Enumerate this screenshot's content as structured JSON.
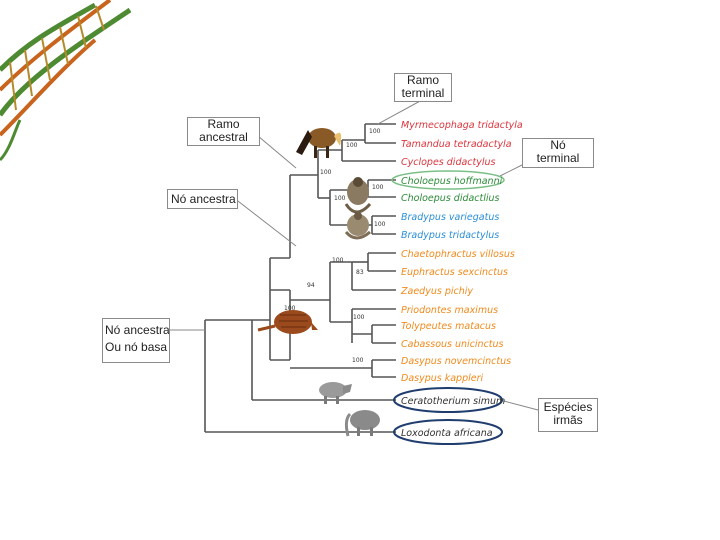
{
  "callouts": {
    "ramo_terminal": [
      "Ramo",
      "terminal"
    ],
    "ramo_ancestral": [
      "Ramo",
      "ancestral"
    ],
    "no_terminal": [
      "Nó",
      "terminal"
    ],
    "no_ancestral": "Nó ancestra",
    "no_basal": [
      "Nó ancestra",
      "Ou nó basa"
    ],
    "especies_irmas": [
      "Espécies",
      "irmãs"
    ]
  },
  "taxa": [
    {
      "name": "Myrmecophaga tridactyla",
      "color": "#d9363e"
    },
    {
      "name": "Tamandua tetradactyla",
      "color": "#d9363e"
    },
    {
      "name": "Cyclopes didactylus",
      "color": "#d9363e"
    },
    {
      "name": "Choloepus hoffmanni",
      "color": "#2e8b3a"
    },
    {
      "name": "Choloepus didactlius",
      "color": "#2e8b3a"
    },
    {
      "name": "Bradypus variegatus",
      "color": "#2a8fd4"
    },
    {
      "name": "Bradypus tridactylus",
      "color": "#2a8fd4"
    },
    {
      "name": "Chaetophractus villosus",
      "color": "#f08a1c"
    },
    {
      "name": "Euphractus sexcinctus",
      "color": "#f08a1c"
    },
    {
      "name": "Zaedyus pichiy",
      "color": "#f08a1c"
    },
    {
      "name": "Priodontes maximus",
      "color": "#f08a1c"
    },
    {
      "name": "Tolypeutes matacus",
      "color": "#f08a1c"
    },
    {
      "name": "Cabassous unicinctus",
      "color": "#f08a1c"
    },
    {
      "name": "Dasypus novemcinctus",
      "color": "#f08a1c"
    },
    {
      "name": "Dasypus kappleri",
      "color": "#f08a1c"
    },
    {
      "name": "Ceratotherium simum",
      "color": "#333333"
    },
    {
      "name": "Loxodonta africana",
      "color": "#333333"
    }
  ],
  "support_values": [
    "100",
    "100",
    "100",
    "100",
    "100",
    "100",
    "100",
    "83",
    "94",
    "100",
    "100",
    "100"
  ],
  "colors": {
    "outline": "#1f3d6e",
    "highlight": "#7bbf86",
    "branch": "#555555"
  }
}
